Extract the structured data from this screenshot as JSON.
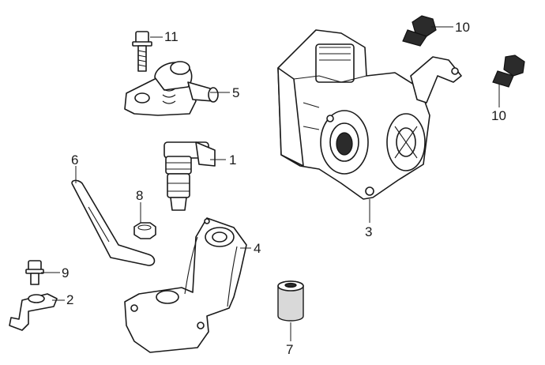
{
  "callouts": [
    {
      "id": "1",
      "text": "1"
    },
    {
      "id": "2",
      "text": "2"
    },
    {
      "id": "3",
      "text": "3"
    },
    {
      "id": "4",
      "text": "4"
    },
    {
      "id": "5",
      "text": "5"
    },
    {
      "id": "6",
      "text": "6"
    },
    {
      "id": "7",
      "text": "7"
    },
    {
      "id": "8",
      "text": "8"
    },
    {
      "id": "9",
      "text": "9"
    },
    {
      "id": "10a",
      "text": "10"
    },
    {
      "id": "10b",
      "text": "10"
    },
    {
      "id": "11",
      "text": "11"
    }
  ],
  "colors": {
    "line": "#1a1a1a",
    "fill": "#ffffff",
    "dark": "#2b2b2b"
  }
}
